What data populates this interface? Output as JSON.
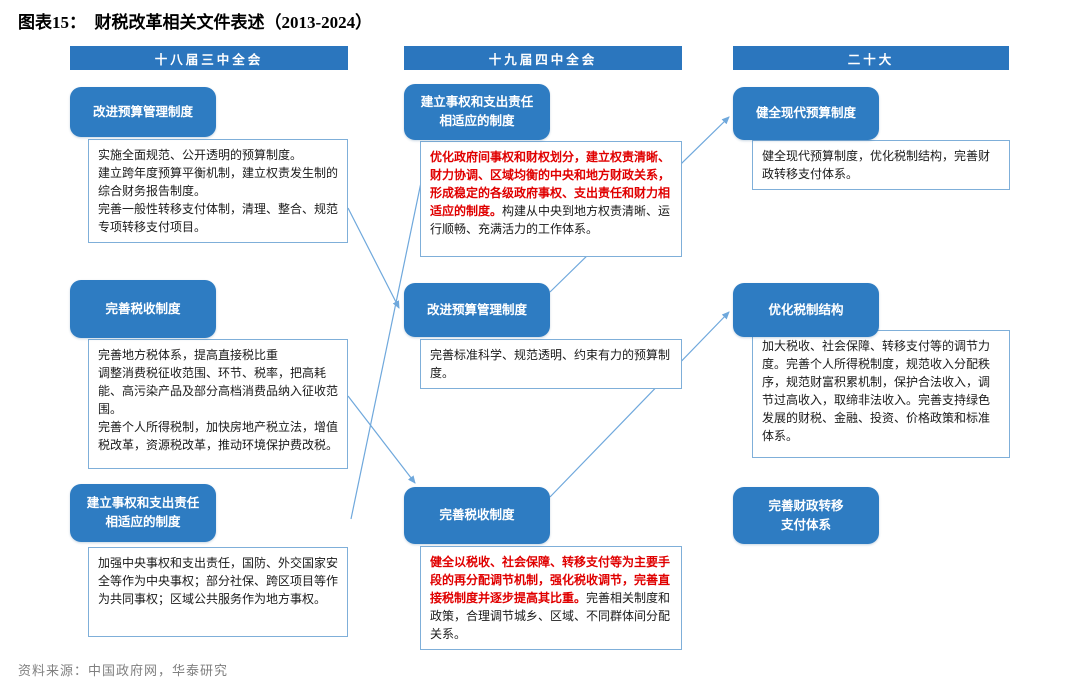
{
  "figure": {
    "title": "图表15：  财税改革相关文件表述（2013-2024）",
    "source": "资料来源：中国政府网，华泰研究"
  },
  "colors": {
    "header_blue": "#2B76BE",
    "node_blue": "#2E7CC2",
    "box_border_blue": "#7FAFD9",
    "emphasis_red": "#E00000",
    "arrow_blue": "#6FA8DC",
    "source_gray": "#808080"
  },
  "columns": [
    {
      "header": "十八届三中全会",
      "items": [
        {
          "title": "改进预算管理制度",
          "body": "实施全面规范、公开透明的预算制度。\n建立跨年度预算平衡机制，建立权责发生制的综合财务报告制度。\n完善一般性转移支付体制，清理、整合、规范专项转移支付项目。"
        },
        {
          "title": "完善税收制度",
          "body": "完善地方税体系，提高直接税比重\n调整消费税征收范围、环节、税率，把高耗能、高污染产品及部分高档消费品纳入征收范围。\n完善个人所得税制，加快房地产税立法，增值税改革，资源税改革，推动环境保护费改税。"
        },
        {
          "title": "建立事权和支出责任\n相适应的制度",
          "body": "加强中央事权和支出责任，国防、外交国家安全等作为中央事权；部分社保、跨区项目等作为共同事权；区域公共服务作为地方事权。"
        }
      ]
    },
    {
      "header": "十九届四中全会",
      "items": [
        {
          "title": "建立事权和支出责任\n相适应的制度",
          "body_red": "优化政府间事权和财权划分，建立权责清晰、财力协调、区域均衡的中央和地方财政关系，形成稳定的各级政府事权、支出责任和财力相适应的制度。",
          "body": "构建从中央到地方权责清晰、运行顺畅、充满活力的工作体系。"
        },
        {
          "title": "改进预算管理制度",
          "body": "完善标准科学、规范透明、约束有力的预算制度。"
        },
        {
          "title": "完善税收制度",
          "body_red": "健全以税收、社会保障、转移支付等为主要手段的再分配调节机制，强化税收调节，完善直接税制度并逐步提高其比重。",
          "body": "完善相关制度和政策，合理调节城乡、区域、不同群体间分配关系。"
        }
      ]
    },
    {
      "header": "二十大",
      "items": [
        {
          "title": "健全现代预算制度",
          "body": "健全现代预算制度，优化税制结构，完善财政转移支付体系。"
        },
        {
          "title": "优化税制结构",
          "body": "加大税收、社会保障、转移支付等的调节力度。完善个人所得税制度，规范收入分配秩序，规范财富积累机制，保护合法收入，调节过高收入，取缔非法收入。完善支持绿色发展的财税、金融、投资、价格政策和标准体系。"
        },
        {
          "title": "完善财政转移\n支付体系",
          "body": ""
        }
      ]
    }
  ]
}
